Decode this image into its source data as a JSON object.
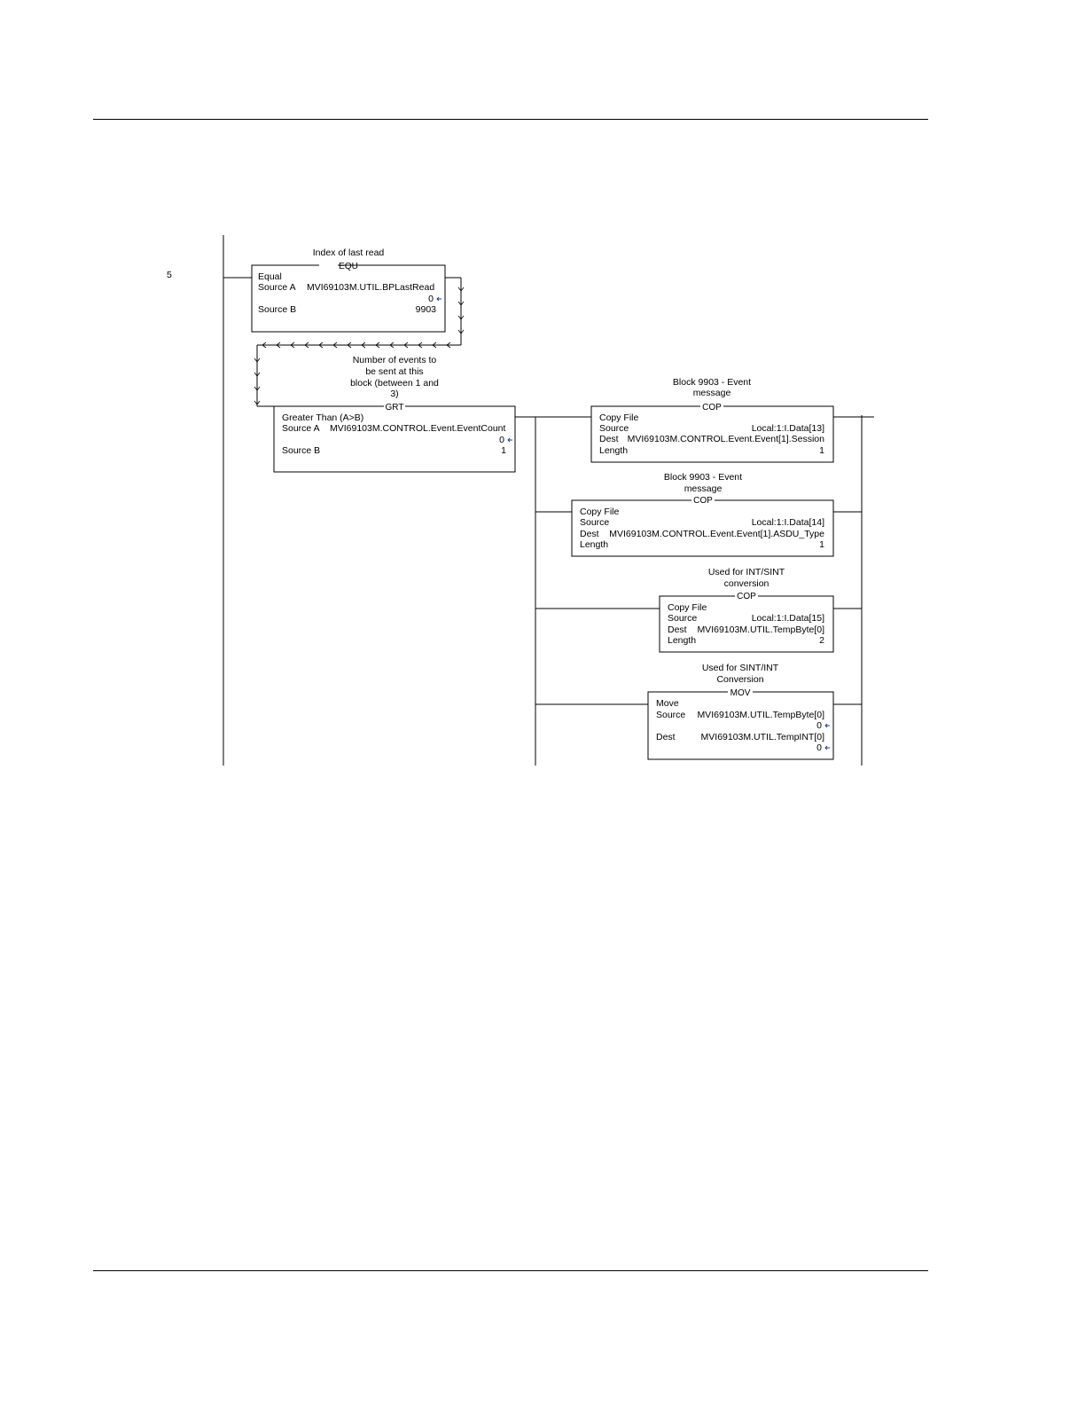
{
  "rung_number": "5",
  "equ": {
    "comment": "Index of last read",
    "mnemonic": "EQU",
    "title": "Equal",
    "source_a_label": "Source A",
    "source_a_tag": "MVI69103M.UTIL.BPLastRead",
    "source_a_value": "0",
    "source_b_label": "Source B",
    "source_b_value": "9903"
  },
  "grt": {
    "comment": [
      "Number of events to",
      "be sent at this",
      "block (between 1 and",
      "3)"
    ],
    "mnemonic": "GRT",
    "title": "Greater Than (A>B)",
    "source_a_label": "Source A",
    "source_a_tag": "MVI69103M.CONTROL.Event.EventCount",
    "source_a_value": "0",
    "source_b_label": "Source B",
    "source_b_value": "1"
  },
  "cop1": {
    "comment": [
      "Block 9903 - Event",
      "message"
    ],
    "mnemonic": "COP",
    "title": "Copy File",
    "source_label": "Source",
    "source_value": "Local:1:I.Data[13]",
    "dest_label": "Dest",
    "dest_value": "MVI69103M.CONTROL.Event.Event[1].Session",
    "length_label": "Length",
    "length_value": "1"
  },
  "cop2": {
    "comment": [
      "Block 9903 - Event",
      "message"
    ],
    "mnemonic": "COP",
    "title": "Copy File",
    "source_label": "Source",
    "source_value": "Local:1:I.Data[14]",
    "dest_label": "Dest",
    "dest_value": "MVI69103M.CONTROL.Event.Event[1].ASDU_Type",
    "length_label": "Length",
    "length_value": "1"
  },
  "cop3": {
    "comment": [
      "Used for INT/SINT",
      "conversion"
    ],
    "mnemonic": "COP",
    "title": "Copy File",
    "source_label": "Source",
    "source_value": "Local:1:I.Data[15]",
    "dest_label": "Dest",
    "dest_value": "MVI69103M.UTIL.TempByte[0]",
    "length_label": "Length",
    "length_value": "2"
  },
  "mov": {
    "comment": [
      "Used for SINT/INT",
      "Conversion"
    ],
    "mnemonic": "MOV",
    "title": "Move",
    "source_label": "Source",
    "source_value": "MVI69103M.UTIL.TempByte[0]",
    "source_readout": "0",
    "dest_label": "Dest",
    "dest_value": "MVI69103M.UTIL.TempINT[0]",
    "dest_readout": "0"
  },
  "colors": {
    "line": "#000000",
    "arrow": "#1f3a8a"
  }
}
